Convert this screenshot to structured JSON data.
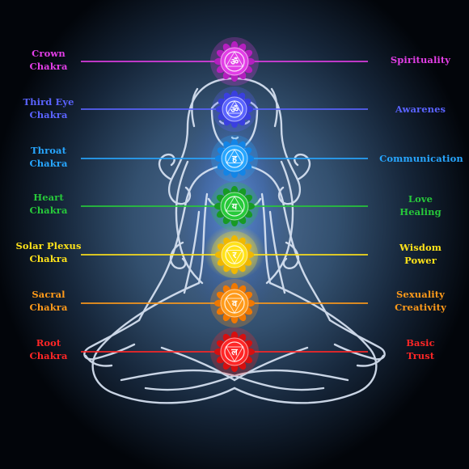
{
  "chakras": [
    {
      "id": "crown",
      "left": [
        "Crown",
        "Chakra"
      ],
      "right": [
        "Spirituality"
      ],
      "color": "#e23ee6",
      "petal": "#b51fbf",
      "glyph": "ॐ"
    },
    {
      "id": "third-eye",
      "left": [
        "Third Eye",
        "Chakra"
      ],
      "right": [
        "Awarenes"
      ],
      "color": "#5a63ff",
      "petal": "#3a3fe0",
      "glyph": "ॐ"
    },
    {
      "id": "throat",
      "left": [
        "Throat",
        "Chakra"
      ],
      "right": [
        "Communication"
      ],
      "color": "#27a6ff",
      "petal": "#1385e6",
      "glyph": "ह"
    },
    {
      "id": "heart",
      "left": [
        "Heart",
        "Chakra"
      ],
      "right": [
        "Love",
        "Healing"
      ],
      "color": "#27c93a",
      "petal": "#179a25",
      "glyph": "य"
    },
    {
      "id": "solar",
      "left": [
        "Solar Plexus",
        "Chakra"
      ],
      "right": [
        "Wisdom",
        "Power"
      ],
      "color": "#ffe21a",
      "petal": "#f0b800",
      "glyph": "र"
    },
    {
      "id": "sacral",
      "left": [
        "Sacral",
        "Chakra"
      ],
      "right": [
        "Sexuality",
        "Creativity"
      ],
      "color": "#ff9a1a",
      "petal": "#f07800",
      "glyph": "व"
    },
    {
      "id": "root",
      "left": [
        "Root",
        "Chakra"
      ],
      "right": [
        "Basic",
        "Trust"
      ],
      "color": "#ff2626",
      "petal": "#d60f0f",
      "glyph": "ल"
    }
  ]
}
